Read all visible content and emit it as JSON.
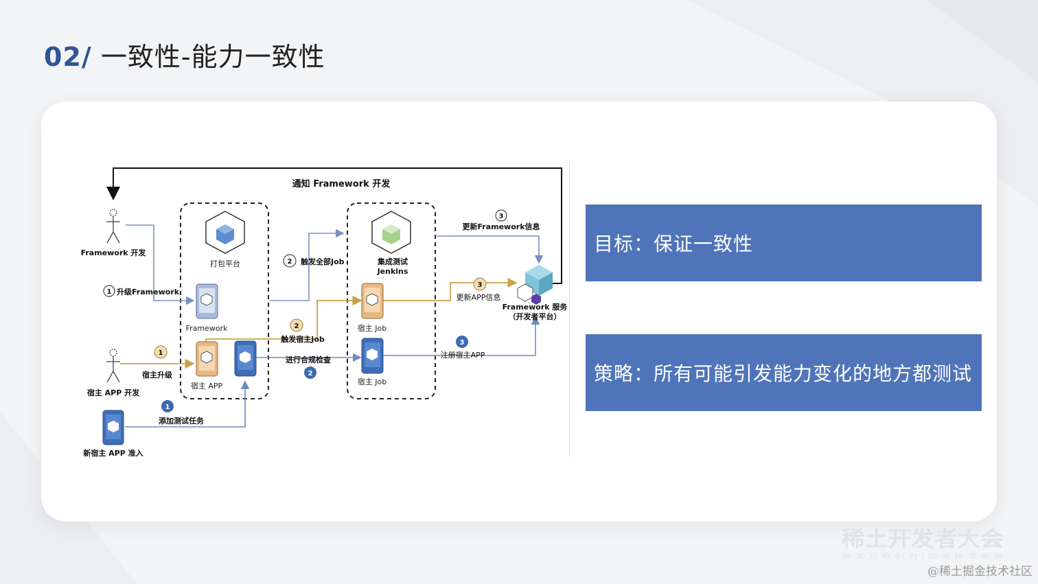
{
  "slide": {
    "number": "02/",
    "title": "一致性-能力一致性"
  },
  "diagram": {
    "notify_label": "通知 Framework 开发",
    "actors": {
      "framework_dev": "Framework 开发",
      "host_app_dev": "宿主 APP 开发",
      "new_host_app": "新宿主 APP 准入"
    },
    "nodes": {
      "packaging_platform": "打包平台",
      "framework": "Framework",
      "host_app": "宿主 APP",
      "ci_line1": "集成测试",
      "ci_line2": "Jenkins",
      "host_job_1": "宿主 Job",
      "host_job_2": "宿主 Job",
      "service_line1": "Framework 服务",
      "service_line2": "（开发者平台）"
    },
    "steps": {
      "upgrade_framework_num": "1",
      "upgrade_framework": "升级Framework",
      "trigger_all_num": "2",
      "trigger_all": "触发全部Job",
      "update_fw_info_num": "3",
      "update_fw_info": "更新Framework信息",
      "host_upgrade_num": "1",
      "host_upgrade": "宿主升级",
      "trigger_host_num": "2",
      "trigger_host": "触发宿主Job",
      "update_app_info_num": "3",
      "update_app_info": "更新APP信息",
      "add_test_num": "1",
      "add_test": "添加测试任务",
      "compliance_num": "2",
      "compliance": "进行合规检查",
      "register_num": "3",
      "register": "注册宿主APP"
    }
  },
  "goal": {
    "text": "目标：保证一致性"
  },
  "strategy": {
    "text": "策略：所有可能引发能力变化的地方都测试"
  },
  "branding": {
    "conference": "稀土开发者大会",
    "tagline": "激 发 万 有 引 力 / 掘 金 技 术 未 来",
    "watermark": "@稀土掘金技术社区"
  },
  "colors": {
    "title_accent": "#2f5597",
    "box_fill": "#4f74b9",
    "gray_flow": "#7a90c0",
    "gold_flow": "#c9a24a",
    "blue_flow": "#6e8bbf",
    "badge_gold": "#f1ddb5",
    "badge_blue": "#3d6bb3",
    "phone_blue": "#3e6cb5",
    "phone_tan": "#e8b883",
    "cube_blue": "#5a8fd0",
    "cube_green": "#a8d08d",
    "cube_teal": "#7ec3d9"
  },
  "icons": [
    "person-icon",
    "cube-icon",
    "phone-icon",
    "service-cube-icon"
  ]
}
